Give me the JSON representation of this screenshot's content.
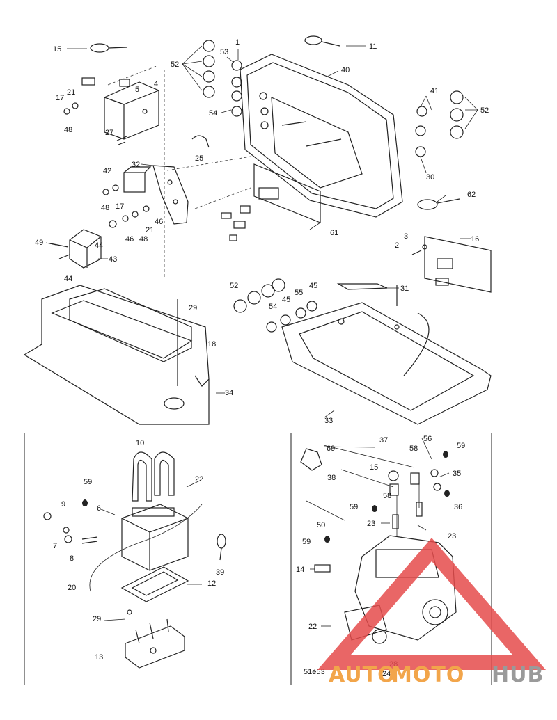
{
  "callouts": {
    "c15a": "15",
    "c11": "11",
    "c52a": "52",
    "c53a": "53",
    "c1": "1",
    "c40": "40",
    "c17a": "17",
    "c21a": "21",
    "c5": "5",
    "c4": "4",
    "c48a": "48",
    "c54a": "54",
    "c27": "27",
    "c25": "25",
    "c41": "41",
    "c52b": "52",
    "c30": "30",
    "c42": "42",
    "c32": "32",
    "c62": "62",
    "c48b": "48",
    "c17b": "17",
    "c21b": "21",
    "c46a": "46",
    "c46b": "46",
    "c48c": "48",
    "c61": "61",
    "c49": "49",
    "c44a": "44",
    "c43": "43",
    "c44b": "44",
    "c3": "3",
    "c16": "16",
    "c2": "2",
    "c52c": "52",
    "c55": "55",
    "c45a": "45",
    "c31": "31",
    "c54b": "54",
    "c45b": "45",
    "c29a": "29",
    "c18": "18",
    "c34": "34",
    "c33": "33",
    "c10": "10",
    "c22a": "22",
    "c59a": "59",
    "c9": "9",
    "c6": "6",
    "c7": "7",
    "c8": "8",
    "c39": "39",
    "c20": "20",
    "c12": "12",
    "c29b": "29",
    "c13": "13",
    "c37": "37",
    "c56": "56",
    "c69": "69",
    "c58a": "58",
    "c59b": "59",
    "c15b": "15",
    "c35": "35",
    "c38": "38",
    "c58b": "58",
    "c59c": "59",
    "c36": "36",
    "c50": "50",
    "c23a": "23",
    "c23b": "23",
    "c59d": "59",
    "c14": "14",
    "c22b": "22",
    "c28": "28",
    "c5153": "51è53",
    "c24": "24"
  },
  "watermark": {
    "part1": "AUTO",
    "part2": "MOTO",
    "part3": "HUB",
    "color_primary": "#f2a54a",
    "color_secondary": "#9a9a9a",
    "color_triangle": "#e54b4b"
  }
}
